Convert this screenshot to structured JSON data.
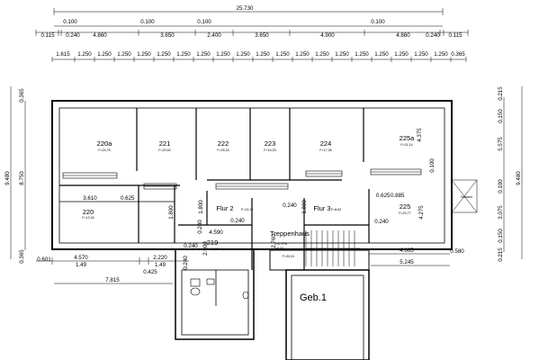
{
  "dims_top": {
    "overall": "25.730",
    "row1": [
      "0.100",
      "0.100",
      "0.100",
      "0.100"
    ],
    "row2": [
      "0.115",
      "0.240",
      "4.860",
      "3.650",
      "2.400",
      "3.650",
      "4.900",
      "4.860",
      "0.240",
      "0.115"
    ],
    "row3": [
      "1.615",
      "1.250",
      "1.250",
      "1.250",
      "1.250",
      "1.250",
      "1.250",
      "1.250",
      "1.250",
      "1.250",
      "1.250",
      "1.250",
      "1.250",
      "1.250",
      "1.250",
      "1.250",
      "1.250",
      "1.250",
      "1.250",
      "1.250",
      "0.365"
    ]
  },
  "dims_left": {
    "overall": "9.480",
    "part": "8.750",
    "top_edge": "0.365",
    "bottom_edge": "0.365"
  },
  "dims_right": {
    "overall": "9.480",
    "a": "0.215",
    "b": "0.150",
    "c": "5.575",
    "d": "0.100",
    "e": "3.075",
    "f": "0.150",
    "g": "0.215"
  },
  "dims_bottom": {
    "d0601": "0.601",
    "d4570": "4.570",
    "d149a": "1.49",
    "d2220": "2.220",
    "d149b": "1.49",
    "d0425": "0.425",
    "d7815": "7.815",
    "d4665": "4.665",
    "d0580": "0.580",
    "d5245": "5.245"
  },
  "rooms": [
    {
      "num": "220a",
      "area": "F=24,75"
    },
    {
      "num": "221",
      "area": "F=20,53"
    },
    {
      "num": "222",
      "area": "F=25,33"
    },
    {
      "num": "223",
      "area": "F=15,33"
    },
    {
      "num": "224",
      "area": "F=17,35"
    },
    {
      "num": "225a",
      "area": "F=21,14"
    },
    {
      "num": "220",
      "area": "F=13,34"
    },
    {
      "num": "225",
      "area": "F=20,77"
    },
    {
      "num": "219",
      "area": "F=13,88"
    }
  ],
  "labels": {
    "flur2": "Flur 2",
    "flur2_area": "F=13,12",
    "flur3": "Flur 3",
    "flur3_area": "F=8,62",
    "treppenhaus": "Treppenhaus",
    "treppen_area": "F=20,51",
    "geb": "Geb.1",
    "vordach": "Vordach",
    "ok_ffb": "OK FFB",
    "ok_val": "+8,00"
  },
  "inner_dims": {
    "i3610": "3.610",
    "i0625": "0.625",
    "i1800": "1.800",
    "i1800b": "1.800",
    "i4590": "4.590",
    "i0240a": "0.240",
    "i0240b": "0.240",
    "i0240c": "0.240",
    "i0240d": "0.240",
    "i2900": "2.900",
    "i1800c": "1.800",
    "i0625b": "0.625",
    "i0885": "0.885",
    "i2760": "2.760",
    "i4375": "4.375",
    "i4275": "4.275",
    "i0100": "0.100",
    "i0240e": "0.240",
    "i0240f": "0.240"
  }
}
